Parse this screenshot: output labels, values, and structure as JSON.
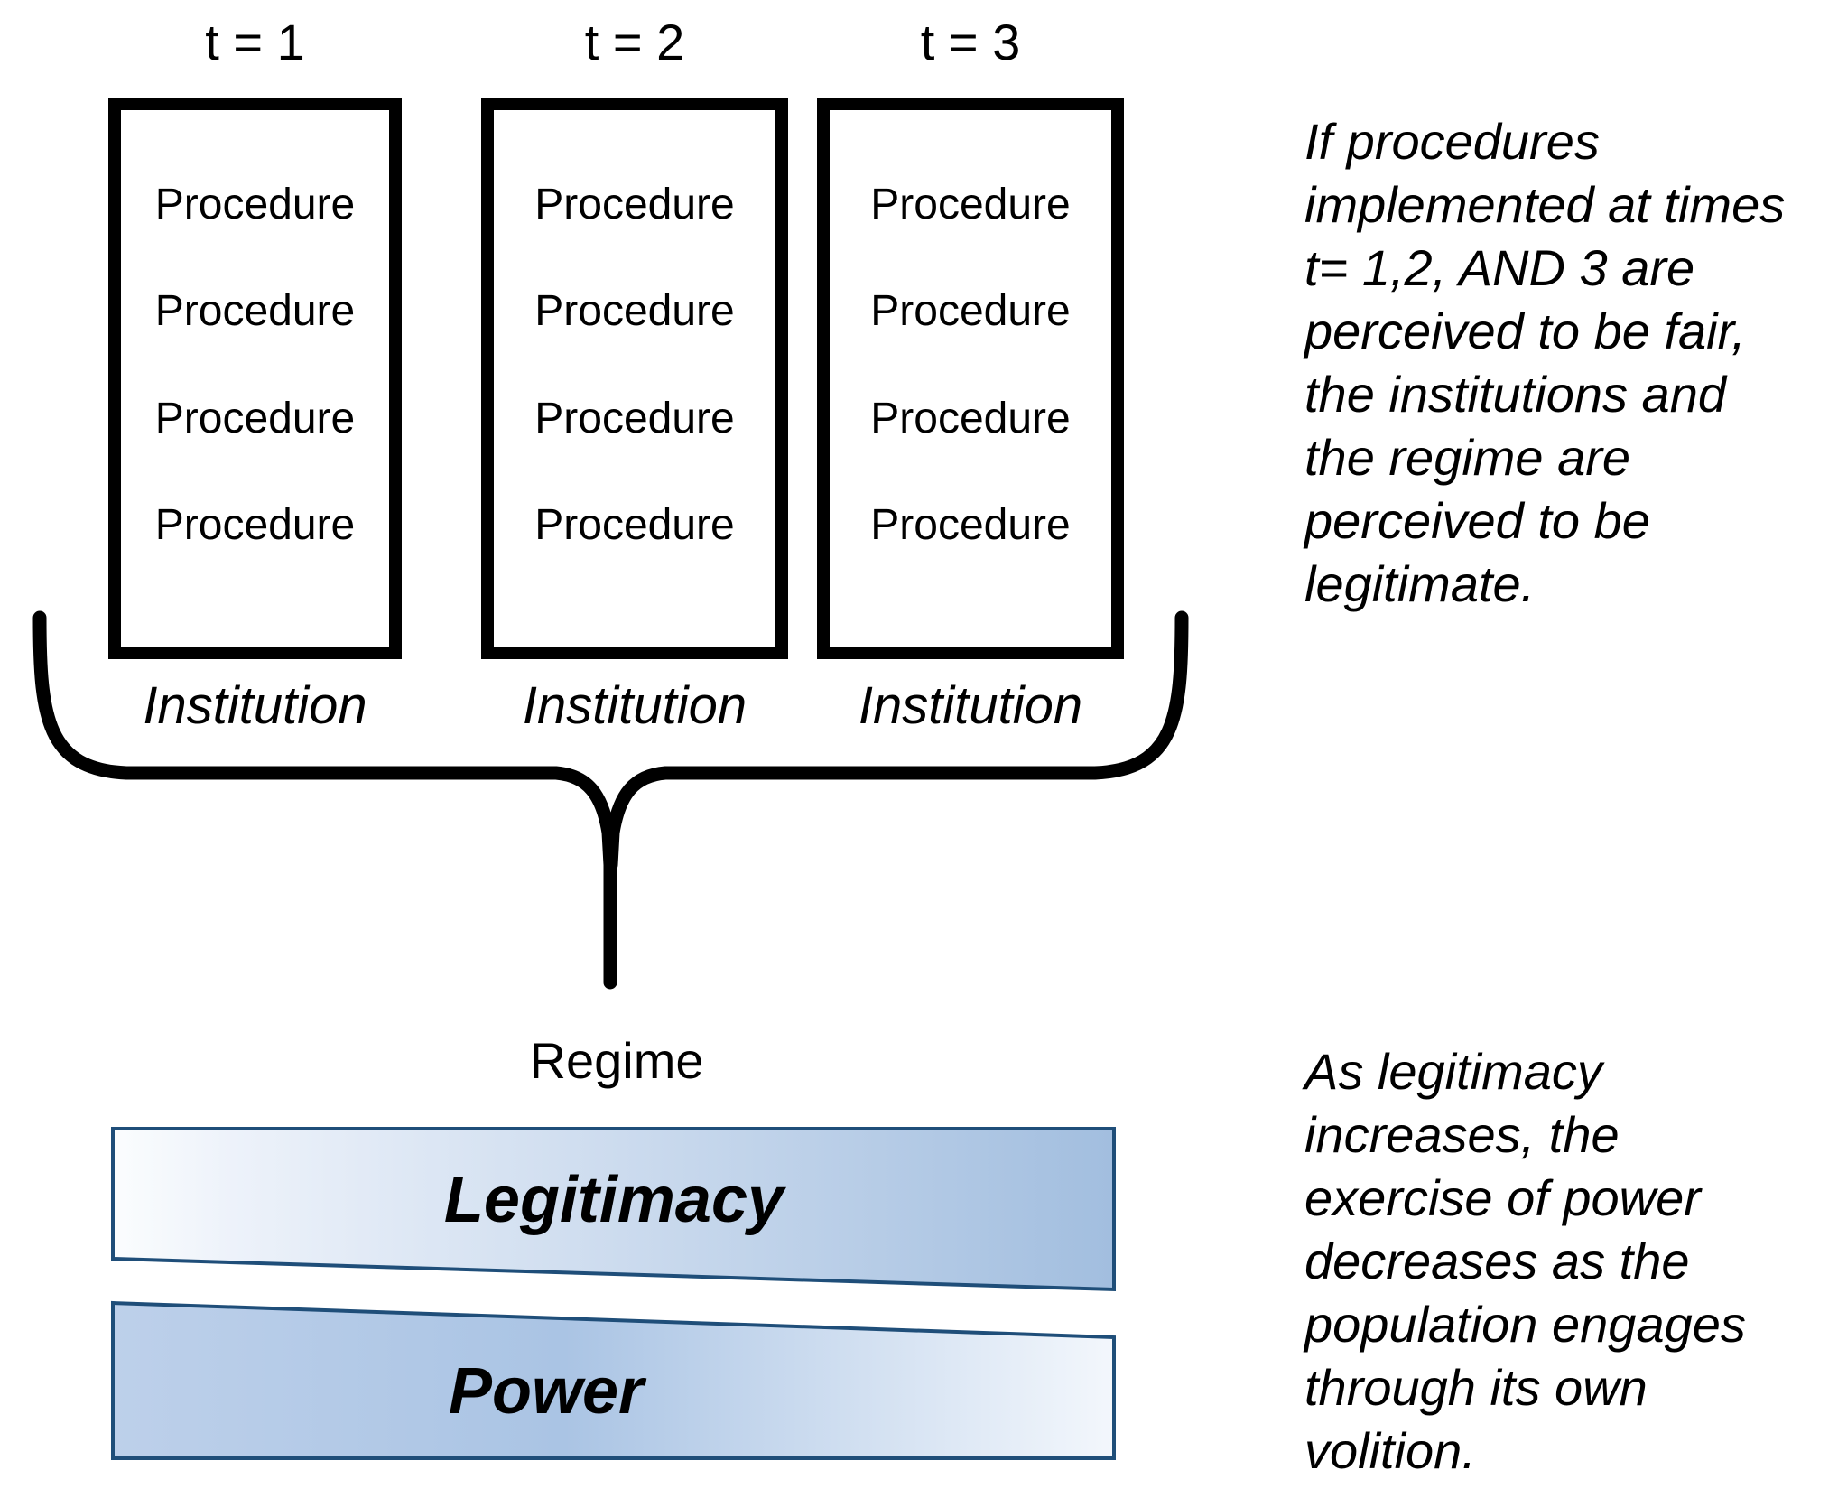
{
  "diagram": {
    "columns": [
      {
        "time_label": "t = 1",
        "procedures": [
          "Procedure",
          "Procedure",
          "Procedure",
          "Procedure"
        ],
        "institution_label": "Institution"
      },
      {
        "time_label": "t = 2",
        "procedures": [
          "Procedure",
          "Procedure",
          "Procedure",
          "Procedure"
        ],
        "institution_label": "Institution"
      },
      {
        "time_label": "t = 3",
        "procedures": [
          "Procedure",
          "Procedure",
          "Procedure",
          "Procedure"
        ],
        "institution_label": "Institution"
      }
    ],
    "regime_label": "Regime",
    "bars": {
      "legitimacy": {
        "label": "Legitimacy"
      },
      "power": {
        "label": "Power"
      }
    },
    "annotations": {
      "top_right": "If procedures\nimplemented at times\nt= 1,2, AND 3 are\nperceived to be fair,\nthe institutions and\nthe regime are\nperceived to be\nlegitimate.",
      "bottom_right": "As legitimacy\nincreases, the\nexercise of power\ndecreases as the\npopulation engages\nthrough its own\nvolition."
    },
    "colors": {
      "box_border": "#000000",
      "brace": "#000000",
      "bar_border": "#1f4e79",
      "bar_blue": "#a2bedf",
      "bar_blue_deep": "#aac4e4",
      "bar_light": "#f5f8fc",
      "text": "#000000"
    }
  }
}
